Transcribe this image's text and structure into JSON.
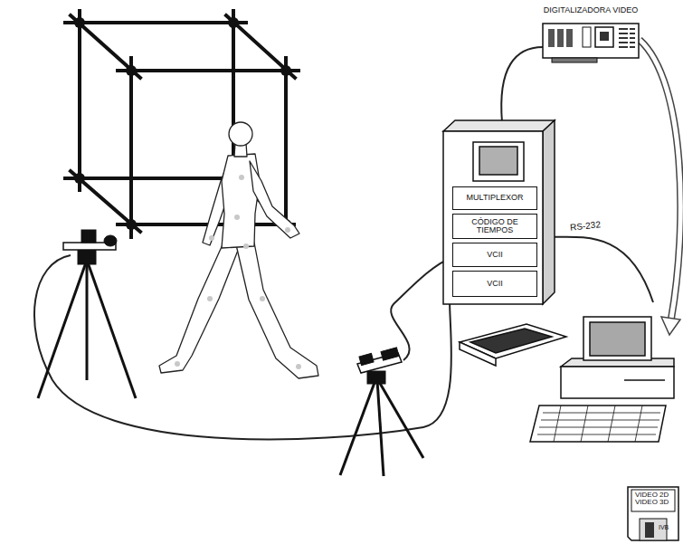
{
  "diagram": {
    "nodes": [
      {
        "text": [
          "DIGITALIZADORA VIDEO"
        ]
      },
      {
        "text": [
          "MULTIPLEXOR"
        ]
      },
      {
        "text": [
          "CÓDIGO DE TIEMPOS"
        ]
      },
      {
        "text": [
          "VCII"
        ]
      },
      {
        "text": [
          "VCII"
        ]
      },
      {
        "text": [
          "VIDEO 2D VIDEO 3D",
          "IVB"
        ]
      }
    ],
    "labels": [
      "RS-232"
    ]
  }
}
